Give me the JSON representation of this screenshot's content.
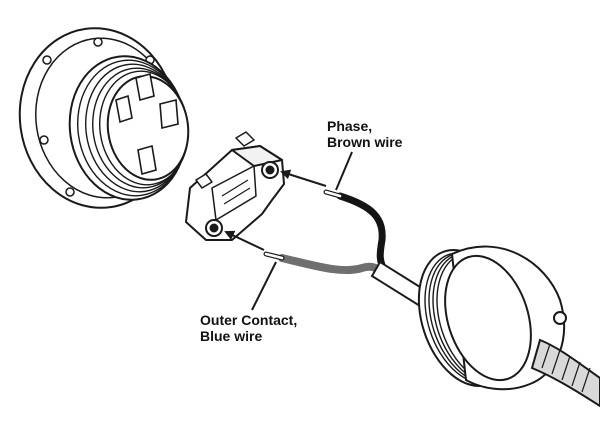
{
  "labels": {
    "phase": {
      "line1": "Phase,",
      "line2": "Brown wire"
    },
    "outer_contact": {
      "line1": "Outer Contact,",
      "line2": "Blue wire"
    }
  },
  "colors": {
    "outline": "#1a1a1a",
    "brown_wire": "#141414",
    "blue_wire": "#6f6f6f",
    "background": "#ffffff"
  }
}
